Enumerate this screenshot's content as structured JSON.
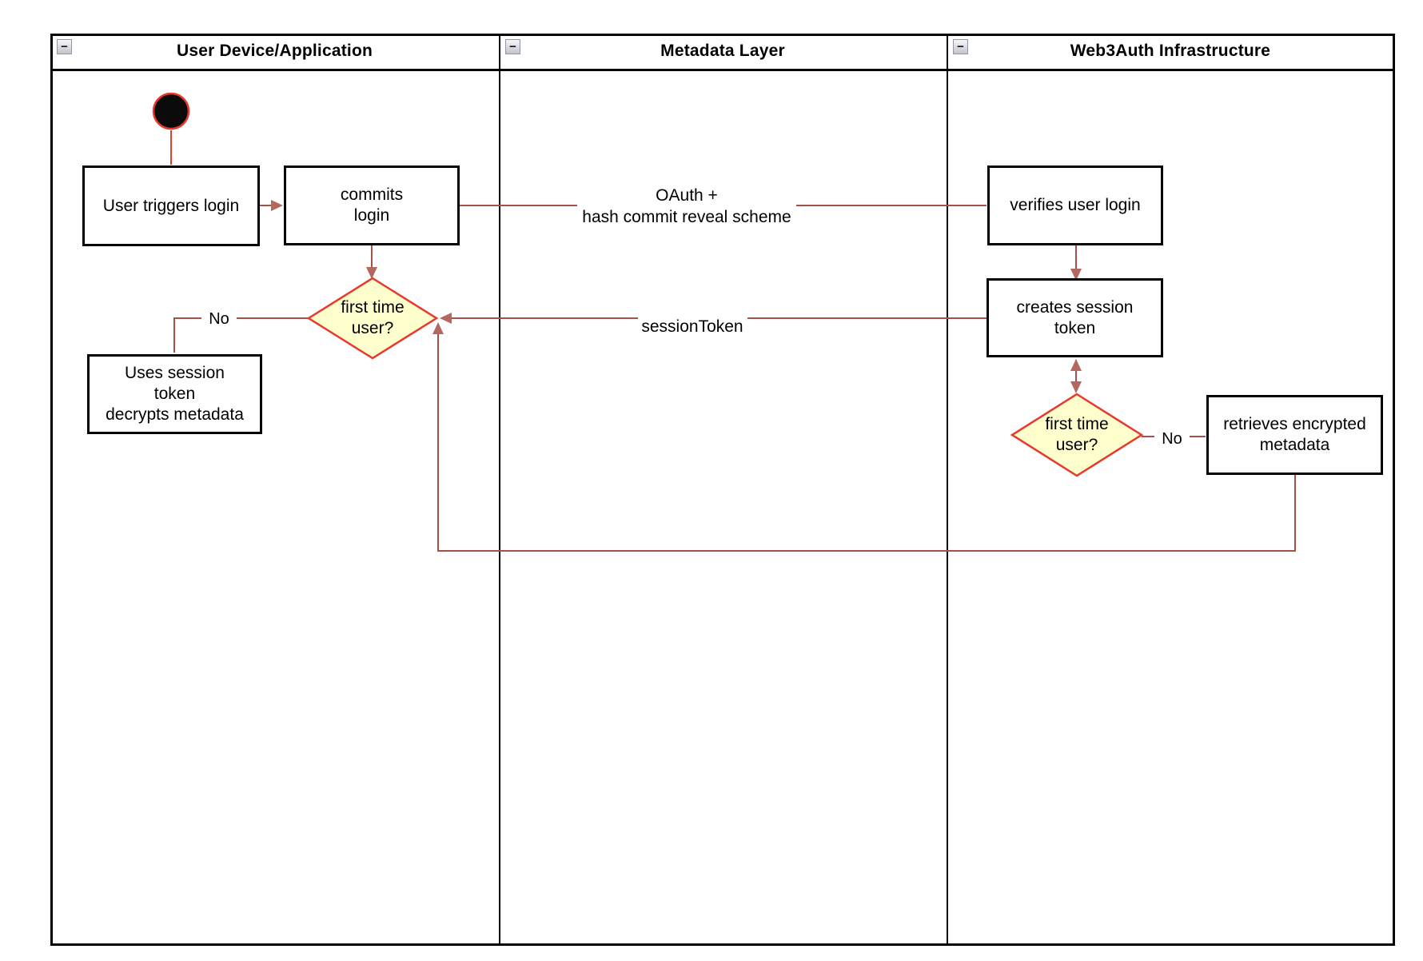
{
  "lanes": [
    {
      "title": "User Device/Application",
      "collapse_glyph": "−"
    },
    {
      "title": "Metadata Layer",
      "collapse_glyph": "−"
    },
    {
      "title": "Web3Auth Infrastructure",
      "collapse_glyph": "−"
    }
  ],
  "nodes": {
    "user_triggers_login": "User triggers login",
    "commits_login": "commits\nlogin",
    "first_time_user_device": "first time\nuser?",
    "uses_session_token": "Uses session\ntoken\ndecrypts metadata",
    "verifies_user_login": "verifies user login",
    "creates_session_token": "creates session\ntoken",
    "first_time_user_infra": "first time\nuser?",
    "retrieves_encrypted_metadata": "retrieves encrypted\nmetadata"
  },
  "edges": {
    "oauth_label": "OAuth +\nhash commit reveal scheme",
    "session_token_label": "sessionToken",
    "no_label_device": "No",
    "no_label_infra": "No"
  },
  "colors": {
    "connector": "#a5534a",
    "arrowhead": "#b2675f",
    "accent_red": "#e8392c",
    "decision_fill": "#ffffce",
    "node_border": "#000000"
  }
}
